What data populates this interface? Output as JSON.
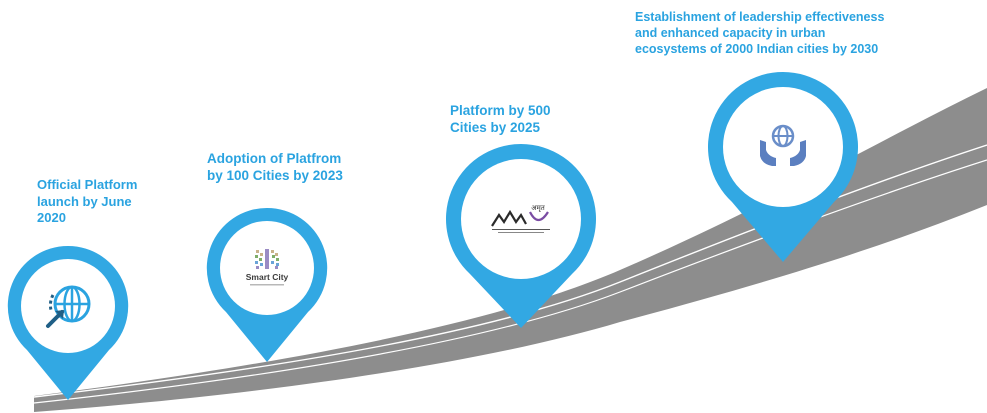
{
  "milestones": [
    {
      "lines": [
        "Official Platform",
        "launch by June",
        "2020"
      ],
      "icon": "globe-arrow-icon"
    },
    {
      "lines": [
        "Adoption of Platfrom",
        "by 100 Cities by 2023"
      ],
      "icon": "smart-city-logo",
      "logo_text": "Smart City"
    },
    {
      "lines": [
        "Platform by 500",
        "Cities by 2025"
      ],
      "icon": "amrut-logo",
      "logo_text": "अमृत"
    },
    {
      "lines": [
        "Establishment of leadership  effectiveness",
        "and enhanced capacity in urban",
        "ecosystems of 2000 Indian cities by 2030"
      ],
      "icon": "hands-globe-icon"
    }
  ],
  "colors": {
    "accent": "#2aa3e0",
    "pin": "#32a8e3",
    "road": "#8d8d8d",
    "road_line": "#ffffff"
  }
}
